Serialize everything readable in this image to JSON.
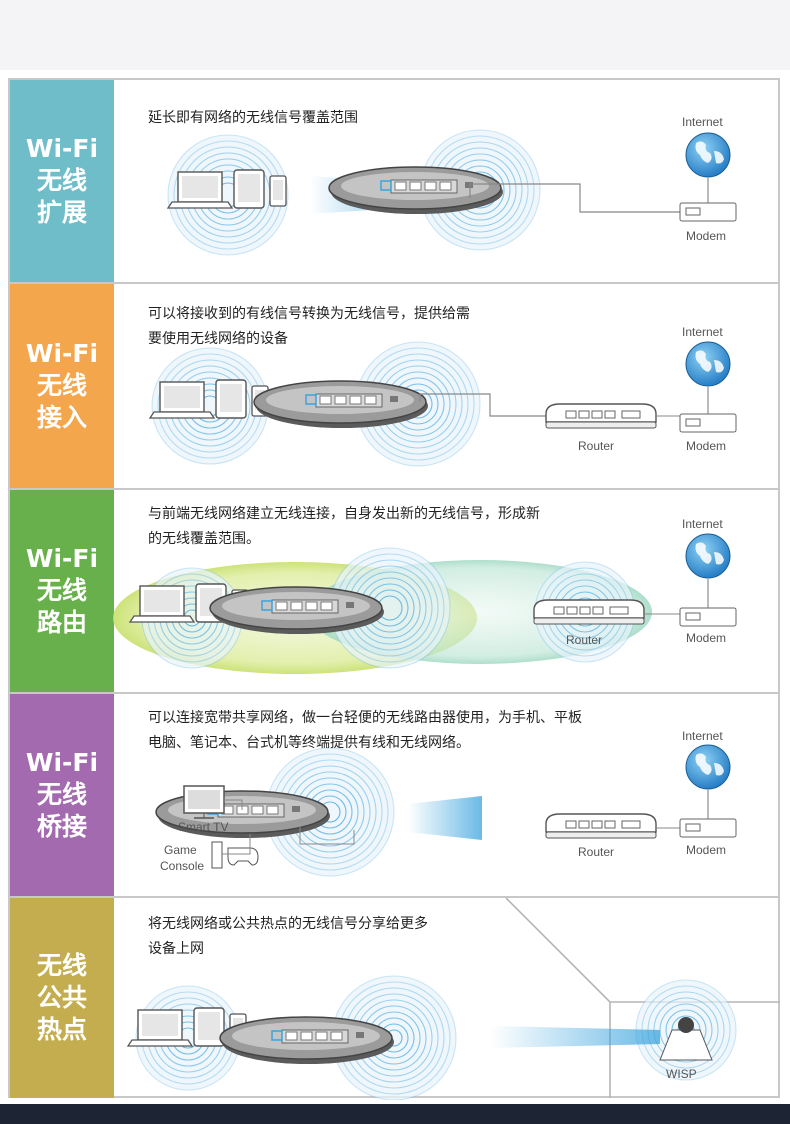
{
  "colors": {
    "wifi_extend": "#6fbdc9",
    "wifi_access": "#f4a64c",
    "wifi_route": "#67b04b",
    "wifi_bridge": "#a46ab0",
    "wifi_hotspot": "#c3ad4f",
    "signal": "#3aa3dd"
  },
  "sections": [
    {
      "label": [
        "Wi-Fi",
        "无线",
        "扩展"
      ],
      "desc": [
        "延长即有网络的无线信号覆盖范围"
      ]
    },
    {
      "label": [
        "Wi-Fi",
        "无线",
        "接入"
      ],
      "desc": [
        "可以将接收到的有线信号转换为无线信号，提供给需",
        "要使用无线网络的设备"
      ]
    },
    {
      "label": [
        "Wi-Fi",
        "无线",
        "路由"
      ],
      "desc": [
        "与前端无线网络建立无线连接，自身发出新的无线信号，形成新",
        "的无线覆盖范围。"
      ]
    },
    {
      "label": [
        "Wi-Fi",
        "无线",
        "桥接"
      ],
      "desc": [
        "可以连接宽带共享网络，做一台轻便的无线路由器使用，为手机、平板",
        "电脑、笔记本、台式机等终端提供有线和无线网络。"
      ]
    },
    {
      "label": [
        "无线",
        "公共",
        "热点"
      ],
      "desc": [
        "将无线网络或公共热点的无线信号分享给更多",
        "设备上网"
      ]
    }
  ],
  "diagram": {
    "internet": "Internet",
    "modem": "Modem",
    "router": "Router",
    "smart_tv": "Smart TV",
    "game": "Game",
    "console": "Console",
    "wisp": "WISP"
  }
}
